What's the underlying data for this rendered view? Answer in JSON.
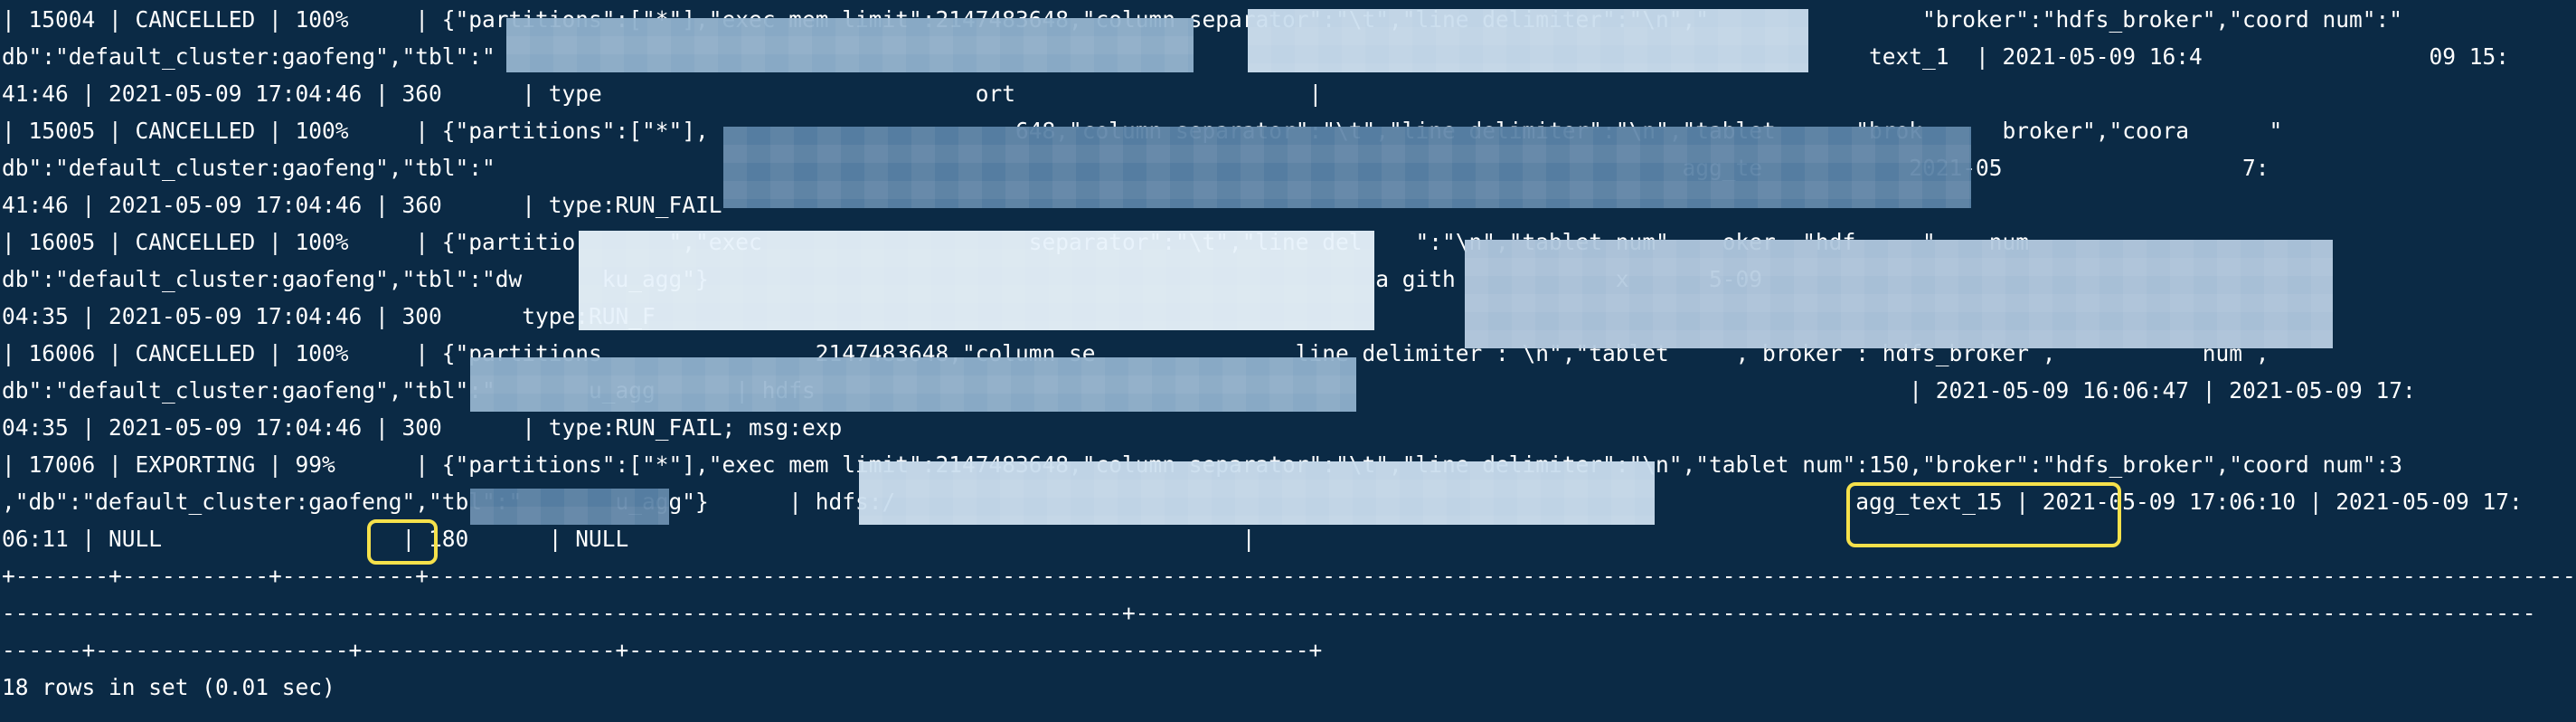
{
  "terminal": {
    "lines": [
      "| 15004 | CANCELLED | 100%     | {\"partitions\":[\"*\"],\"exec mem limit\":2147483648,\"column separator\":\"\\t\",\"line delimiter\":\"\\n\",\"                \"broker\":\"hdfs_broker\",\"coord num\":\"",
      "db\":\"default_cluster:gaofeng\",\"tbl\":\"                                                                                                       text_1  | 2021-05-09 16:4                 09 15:",
      "41:46 | 2021-05-09 17:04:46 | 360      | type                            ort                      |",
      "| 15005 | CANCELLED | 100%     | {\"partitions\":[\"*\"],                       648,\"column separator\":\"\\t\",\"line delimiter\":\"\\n\",\"tablet      \"brok      broker\",\"coora      \"",
      "db\":\"default_cluster:gaofeng\",\"tbl\":\"                                                                                         agg_te           2021-05                  7:",
      "41:46 | 2021-05-09 17:04:46 | 360      | type:RUN_FAIL                                              ",
      "| 16005 | CANCELLED | 100%     | {\"partitio       \",\"exec                    separator\":\"\\t\",\"line del    \":\"\\n\",\"tablet num\"    oker  \"hdf     \"    num    ",
      "db\":\"default_cluster:gaofeng\",\"tbl\":\"dw      ku_agg\"}                                                  a gith            x      5-09                   ",
      "04:35 | 2021-05-09 17:04:46 | 300      type:RUN_F                                        ",
      "| 16006 | CANCELLED | 100%     | {\"partitions                2147483648,\"column se               line delimiter : \\n\",\"tablet     , broker : hdfs_broker ,           num ,",
      "db\":\"default_cluster:gaofeng\",\"tbl\":\"       u_agg      | hdfs                                                                                  | 2021-05-09 16:06:47 | 2021-05-09 17:",
      "04:35 | 2021-05-09 17:04:46 | 300      | type:RUN_FAIL; msg:exp                ",
      "| 17006 | EXPORTING | 99%      | {\"partitions\":[\"*\"],\"exec mem limit\":2147483648,\"column separator\":\"\\t\",\"line delimiter\":\"\\n\",\"tablet num\":150,\"broker\":\"hdfs_broker\",\"coord num\":3",
      ",\"db\":\"default_cluster:gaofeng\",\"tbl\":\"       u_agg\"}      | hdfs:/                                                                        agg_text_15 | 2021-05-09 17:06:10 | 2021-05-09 17:",
      "06:11 | NULL                  | 180      | NULL                                              |",
      "+-------+-----------+----------+-----------------------------------------------------------------------------------------------------------------------------------------------------------------",
      "------------------------------------------------------------------------------------+---------------------------------------------------------------------------------------------------------",
      "------+-------------------+-------------------+---------------------------------------------------+",
      "18 rows in set (0.01 sec)"
    ],
    "highlighted": {
      "duration": "180",
      "create_time": "2021-05-09 17:06:10"
    }
  }
}
